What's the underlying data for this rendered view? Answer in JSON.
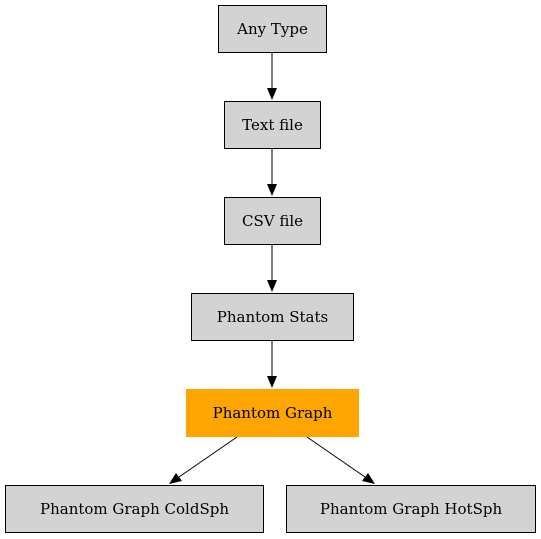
{
  "diagram": {
    "nodes": [
      {
        "id": "any_type",
        "label": "Any Type",
        "fill": "#d3d3d3"
      },
      {
        "id": "text_file",
        "label": "Text file",
        "fill": "#d3d3d3"
      },
      {
        "id": "csv_file",
        "label": "CSV file",
        "fill": "#d3d3d3"
      },
      {
        "id": "phantom_stats",
        "label": "Phantom Stats",
        "fill": "#d3d3d3"
      },
      {
        "id": "phantom_graph",
        "label": "Phantom Graph",
        "fill": "#ffa500"
      },
      {
        "id": "phantom_graph_coldsph",
        "label": "Phantom Graph ColdSph",
        "fill": "#d3d3d3"
      },
      {
        "id": "phantom_graph_hotsph",
        "label": "Phantom Graph HotSph",
        "fill": "#d3d3d3"
      }
    ],
    "edges": [
      {
        "from": "any_type",
        "to": "text_file"
      },
      {
        "from": "text_file",
        "to": "csv_file"
      },
      {
        "from": "csv_file",
        "to": "phantom_stats"
      },
      {
        "from": "phantom_stats",
        "to": "phantom_graph"
      },
      {
        "from": "phantom_graph",
        "to": "phantom_graph_coldsph"
      },
      {
        "from": "phantom_graph",
        "to": "phantom_graph_hotsph"
      }
    ]
  }
}
